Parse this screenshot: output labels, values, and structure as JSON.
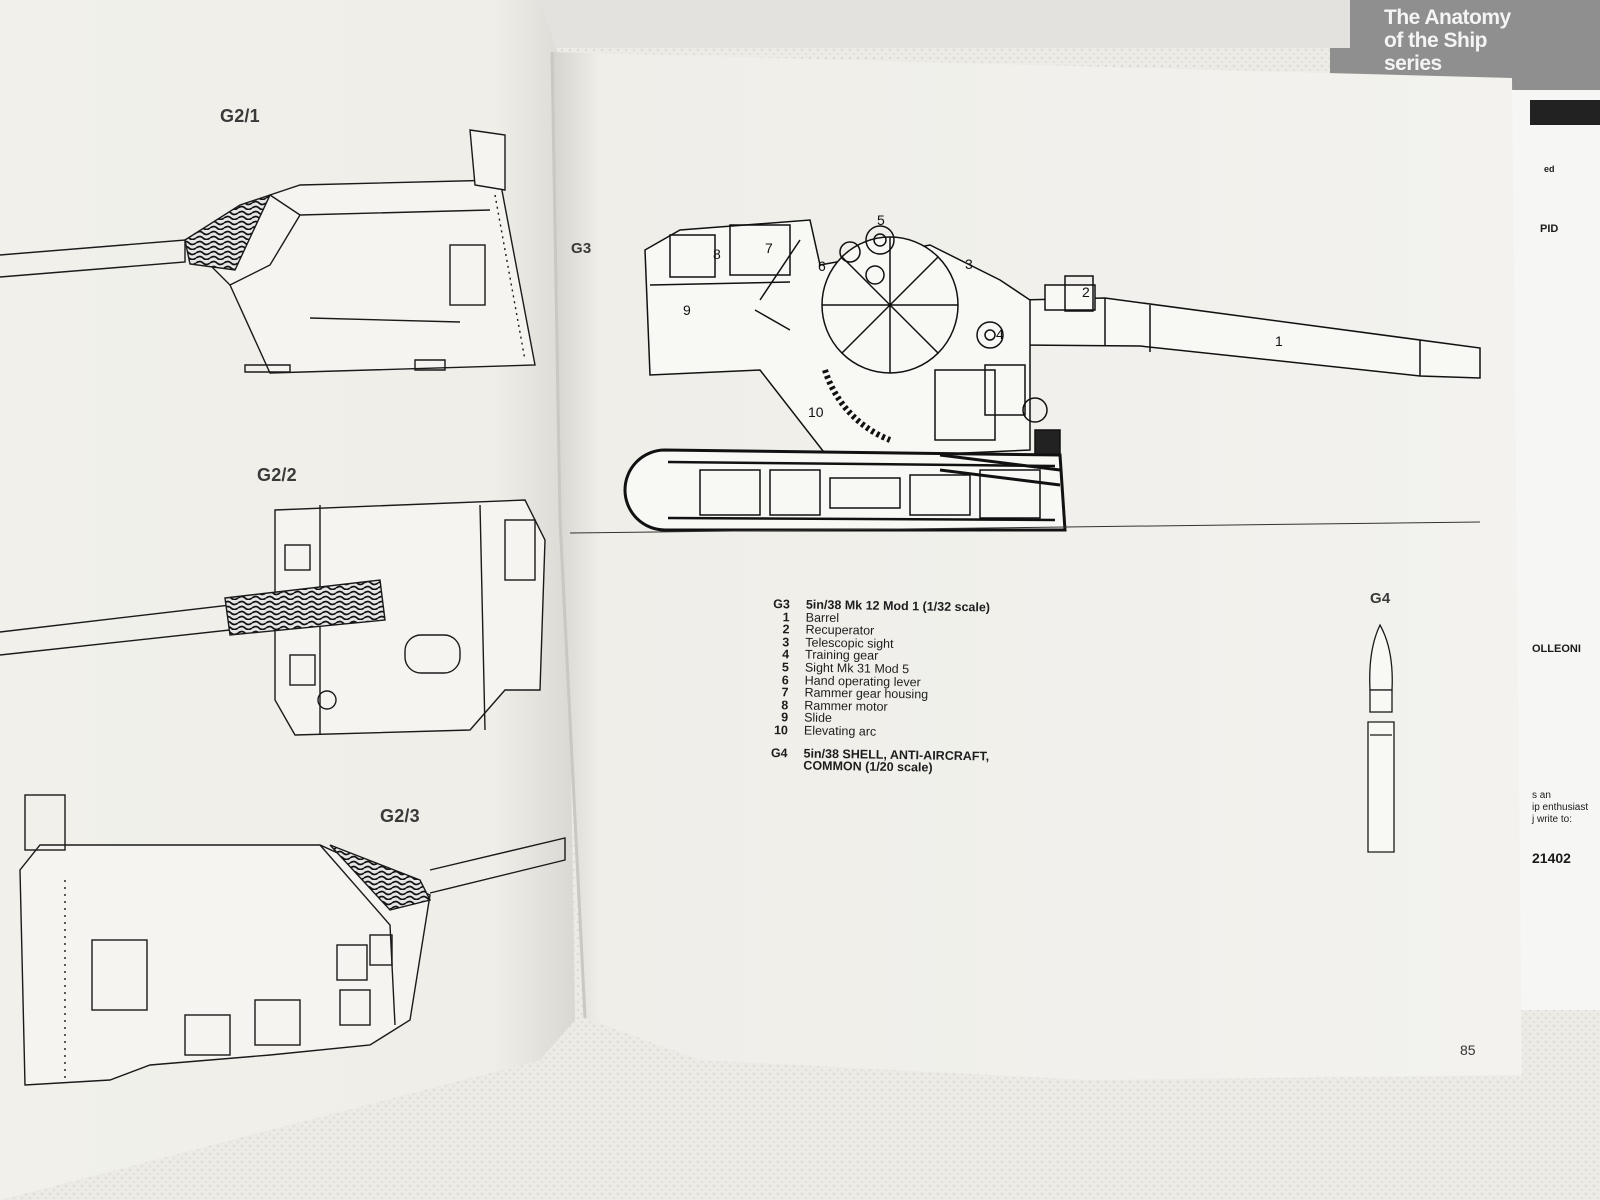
{
  "left_page": {
    "figures": [
      {
        "id": "fig-g2-1",
        "label": "G2/1"
      },
      {
        "id": "fig-g2-2",
        "label": "G2/2"
      },
      {
        "id": "fig-g2-3",
        "label": "G2/3"
      }
    ]
  },
  "right_page": {
    "figure_g3_label": "G3",
    "figure_g4_label": "G4",
    "callouts": [
      "1",
      "2",
      "3",
      "4",
      "5",
      "6",
      "7",
      "8",
      "9",
      "10"
    ],
    "caption": {
      "g3": {
        "code": "G3",
        "title": "5in/38 Mk 12 Mod 1 (1/32 scale)"
      },
      "items": [
        {
          "num": "1",
          "text": "Barrel"
        },
        {
          "num": "2",
          "text": "Recuperator"
        },
        {
          "num": "3",
          "text": "Telescopic sight"
        },
        {
          "num": "4",
          "text": "Training gear"
        },
        {
          "num": "5",
          "text": "Sight Mk 31 Mod 5"
        },
        {
          "num": "6",
          "text": "Hand operating lever"
        },
        {
          "num": "7",
          "text": "Rammer gear housing"
        },
        {
          "num": "8",
          "text": "Rammer motor"
        },
        {
          "num": "9",
          "text": "Slide"
        },
        {
          "num": "10",
          "text": "Elevating arc"
        }
      ],
      "g4": {
        "code": "G4",
        "line1": "5in/38 SHELL, ANTI-AIRCRAFT,",
        "line2": "COMMON (1/20 scale)"
      }
    },
    "page_number": "85"
  },
  "back_book": {
    "cover_title": [
      "The Anatomy",
      "of the Ship",
      "series"
    ],
    "fragments": [
      "ed",
      "PID",
      "OLLEONI",
      "s an",
      "ip enthusiast",
      "j write to:",
      "21402"
    ]
  },
  "colors": {
    "page": "#f2f1ec",
    "ink": "#1a1a1a",
    "cover_grey": "#8f8f8f",
    "towel": "#ecebe7"
  }
}
